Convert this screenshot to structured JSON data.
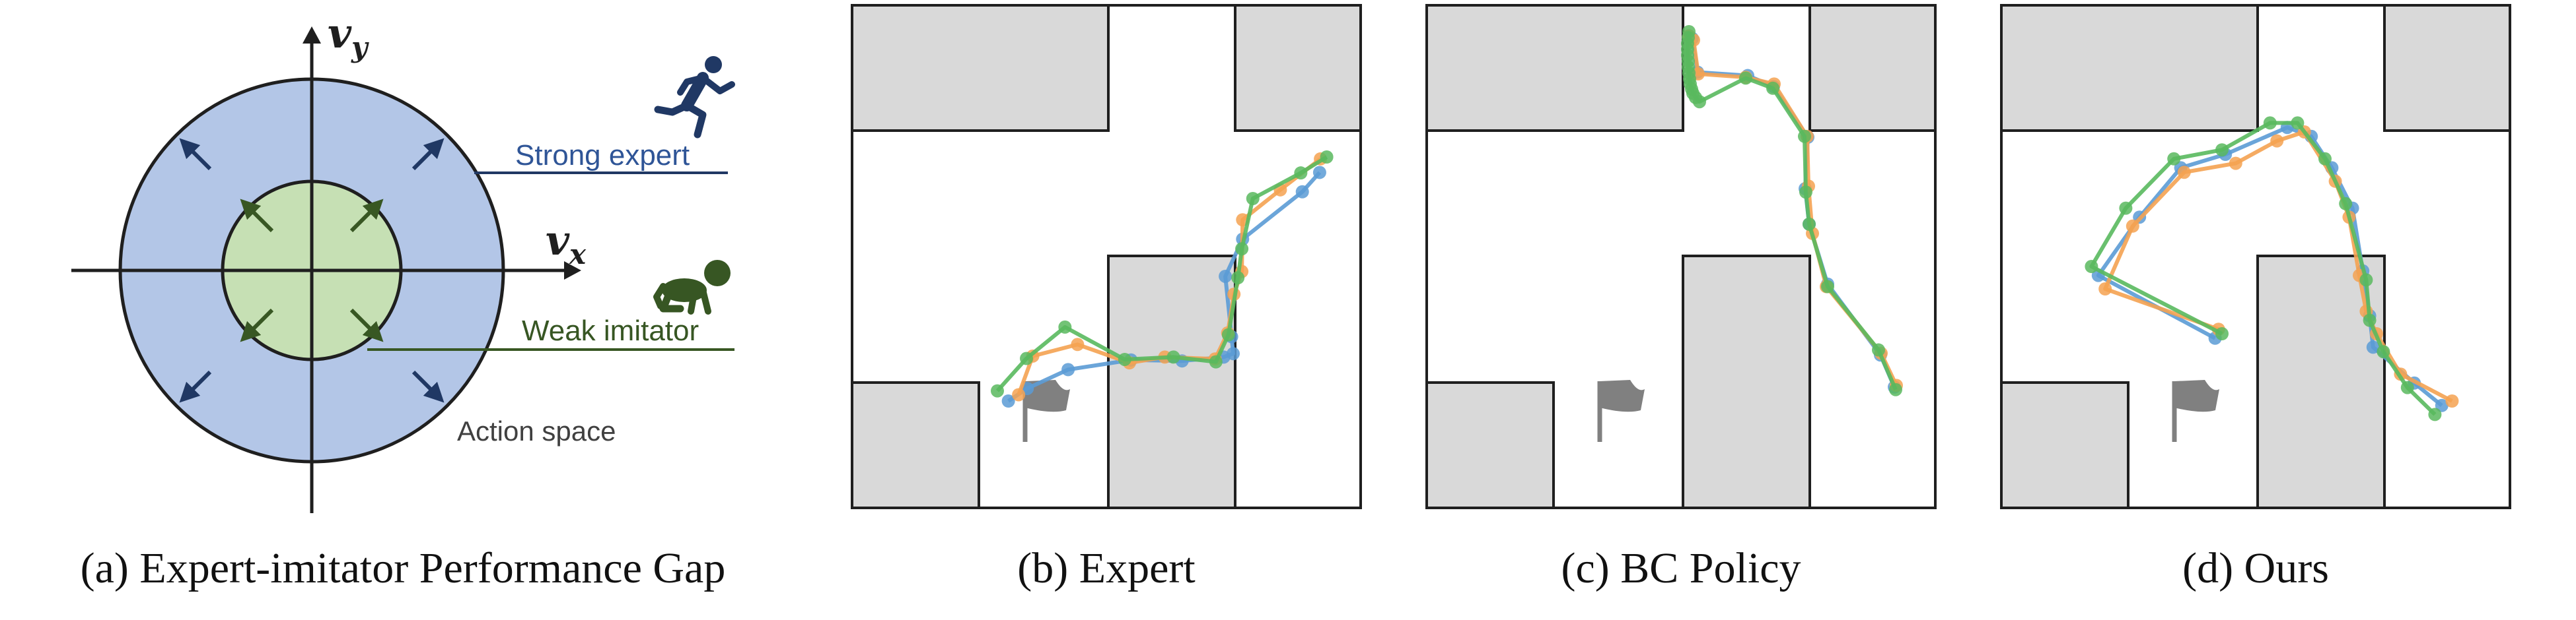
{
  "colors": {
    "outer_circle": "#b3c6e7",
    "inner_circle": "#c6e0b4",
    "strong_arrow": "#203864",
    "weak_arrow": "#385723",
    "strong_text": "#2f5597",
    "weak_text": "#375623",
    "obstacle_fill": "#d9d9d9",
    "traj_blue": "#5b9bd5",
    "traj_orange": "#f4a251",
    "traj_green": "#59b95e",
    "flag": "#808080"
  },
  "panel_a": {
    "axis_y_label": "v",
    "axis_y_sub": "y",
    "axis_x_label": "v",
    "axis_x_sub": "x",
    "strong_label": "Strong expert",
    "weak_label": "Weak imitator",
    "space_label": "Action space",
    "icons": [
      "running-person-icon",
      "crawling-baby-icon"
    ],
    "caption": "(a) Expert-imitator Performance Gap"
  },
  "panels": [
    {
      "id": "expert",
      "caption": "(b) Expert",
      "trajectories": [
        {
          "color": "blue",
          "points": [
            [
              304,
              73
            ],
            [
              328,
              47
            ],
            [
              380,
              8
            ],
            [
              460,
              -12
            ],
            [
              525,
              -10
            ],
            [
              578,
              -18
            ],
            [
              590,
              -25
            ],
            [
              588,
              -60
            ],
            [
              580,
              -185
            ],
            [
              602,
              -262
            ],
            [
              678,
              -360
            ],
            [
              700,
              -400
            ]
          ]
        },
        {
          "color": "orange",
          "points": [
            [
              317,
              60
            ],
            [
              335,
              -20
            ],
            [
              392,
              -44
            ],
            [
              458,
              -6
            ],
            [
              503,
              -18
            ],
            [
              567,
              -14
            ],
            [
              583,
              -68
            ],
            [
              591,
              -148
            ],
            [
              601,
              -195
            ],
            [
              602,
              -302
            ],
            [
              650,
              -364
            ],
            [
              701,
              -428
            ]
          ]
        },
        {
          "color": "green",
          "points": [
            [
              290,
              52
            ],
            [
              327,
              -15
            ],
            [
              376,
              -80
            ],
            [
              452,
              -13
            ],
            [
              514,
              -18
            ],
            [
              568,
              -8
            ],
            [
              584,
              -64
            ],
            [
              596,
              -182
            ],
            [
              601,
              -242
            ],
            [
              615,
              -346
            ],
            [
              676,
              -399
            ],
            [
              709,
              -432
            ]
          ]
        }
      ]
    },
    {
      "id": "bc_policy",
      "caption": "(c) BC Policy",
      "trajectories": [
        {
          "color": "blue",
          "points": [
            [
              402,
              65
            ],
            [
              407,
              68
            ],
            [
              415,
              108
            ],
            [
              491,
              112
            ],
            [
              530,
              125
            ],
            [
              582,
              185
            ],
            [
              578,
              246
            ],
            [
              584,
              288
            ],
            [
              612,
              359
            ],
            [
              692,
              443
            ],
            [
              713,
              481
            ]
          ]
        },
        {
          "color": "orange",
          "points": [
            [
              402,
              65
            ],
            [
              409,
              70
            ],
            [
              416,
              110
            ],
            [
              488,
              114
            ],
            [
              531,
              122
            ],
            [
              581,
              184
            ],
            [
              583,
              243
            ],
            [
              589,
              299
            ],
            [
              610,
              362
            ],
            [
              693,
              441
            ],
            [
              716,
              479
            ]
          ]
        },
        {
          "color": "green",
          "points": [
            [
              402,
              60
            ],
            [
              401,
              67
            ],
            [
              400,
              74
            ],
            [
              400,
              81
            ],
            [
              400,
              88
            ],
            [
              401,
              95
            ],
            [
              401,
              102
            ],
            [
              402,
              109
            ],
            [
              403,
              116
            ],
            [
              404,
              122
            ],
            [
              406,
              128
            ],
            [
              408,
              133
            ],
            [
              412,
              138
            ],
            [
              418,
              143
            ],
            [
              488,
              115
            ],
            [
              529,
              127
            ],
            [
              577,
              184
            ],
            [
              579,
              250
            ],
            [
              584,
              288
            ],
            [
              612,
              362
            ],
            [
              689,
              437
            ],
            [
              715,
              484
            ]
          ]
        }
      ]
    },
    {
      "id": "ours",
      "caption": "(d) Ours",
      "trajectories": [
        {
          "color": "blue",
          "points": [
            [
              1.8,
              3.6
            ],
            [
              -1.6,
              2.2
            ],
            [
              -0.4,
              0.9
            ],
            [
              0.8,
              -0.2
            ],
            [
              2.1,
              -0.5
            ],
            [
              3.9,
              -1.1
            ],
            [
              4.6,
              -0.9
            ],
            [
              5.2,
              -0.2
            ],
            [
              5.8,
              0.7
            ],
            [
              6.1,
              2.1
            ],
            [
              6.3,
              3.1
            ],
            [
              6.4,
              3.8
            ],
            [
              7.6,
              4.6
            ],
            [
              8.4,
              5.1
            ]
          ]
        },
        {
          "color": "orange",
          "points": [
            [
              1.9,
              3.4
            ],
            [
              -1.4,
              2.5
            ],
            [
              -0.6,
              1.1
            ],
            [
              0.9,
              -0.1
            ],
            [
              2.4,
              -0.3
            ],
            [
              3.6,
              -0.8
            ],
            [
              4.4,
              -1.0
            ],
            [
              5.3,
              0.1
            ],
            [
              5.7,
              0.9
            ],
            [
              6.0,
              2.2
            ],
            [
              6.2,
              3.0
            ],
            [
              6.5,
              3.5
            ],
            [
              7.2,
              4.4
            ],
            [
              8.7,
              5.0
            ]
          ]
        },
        {
          "color": "green",
          "points": [
            [
              2.0,
              3.5
            ],
            [
              -1.8,
              2.0
            ],
            [
              -0.8,
              0.7
            ],
            [
              0.6,
              -0.4
            ],
            [
              2.0,
              -0.6
            ],
            [
              3.4,
              -1.2
            ],
            [
              4.2,
              -1.2
            ],
            [
              5.0,
              -0.4
            ],
            [
              5.6,
              0.6
            ],
            [
              6.2,
              2.3
            ],
            [
              6.3,
              3.2
            ],
            [
              6.7,
              3.9
            ],
            [
              7.4,
              4.7
            ],
            [
              8.2,
              5.3
            ]
          ]
        }
      ]
    }
  ]
}
